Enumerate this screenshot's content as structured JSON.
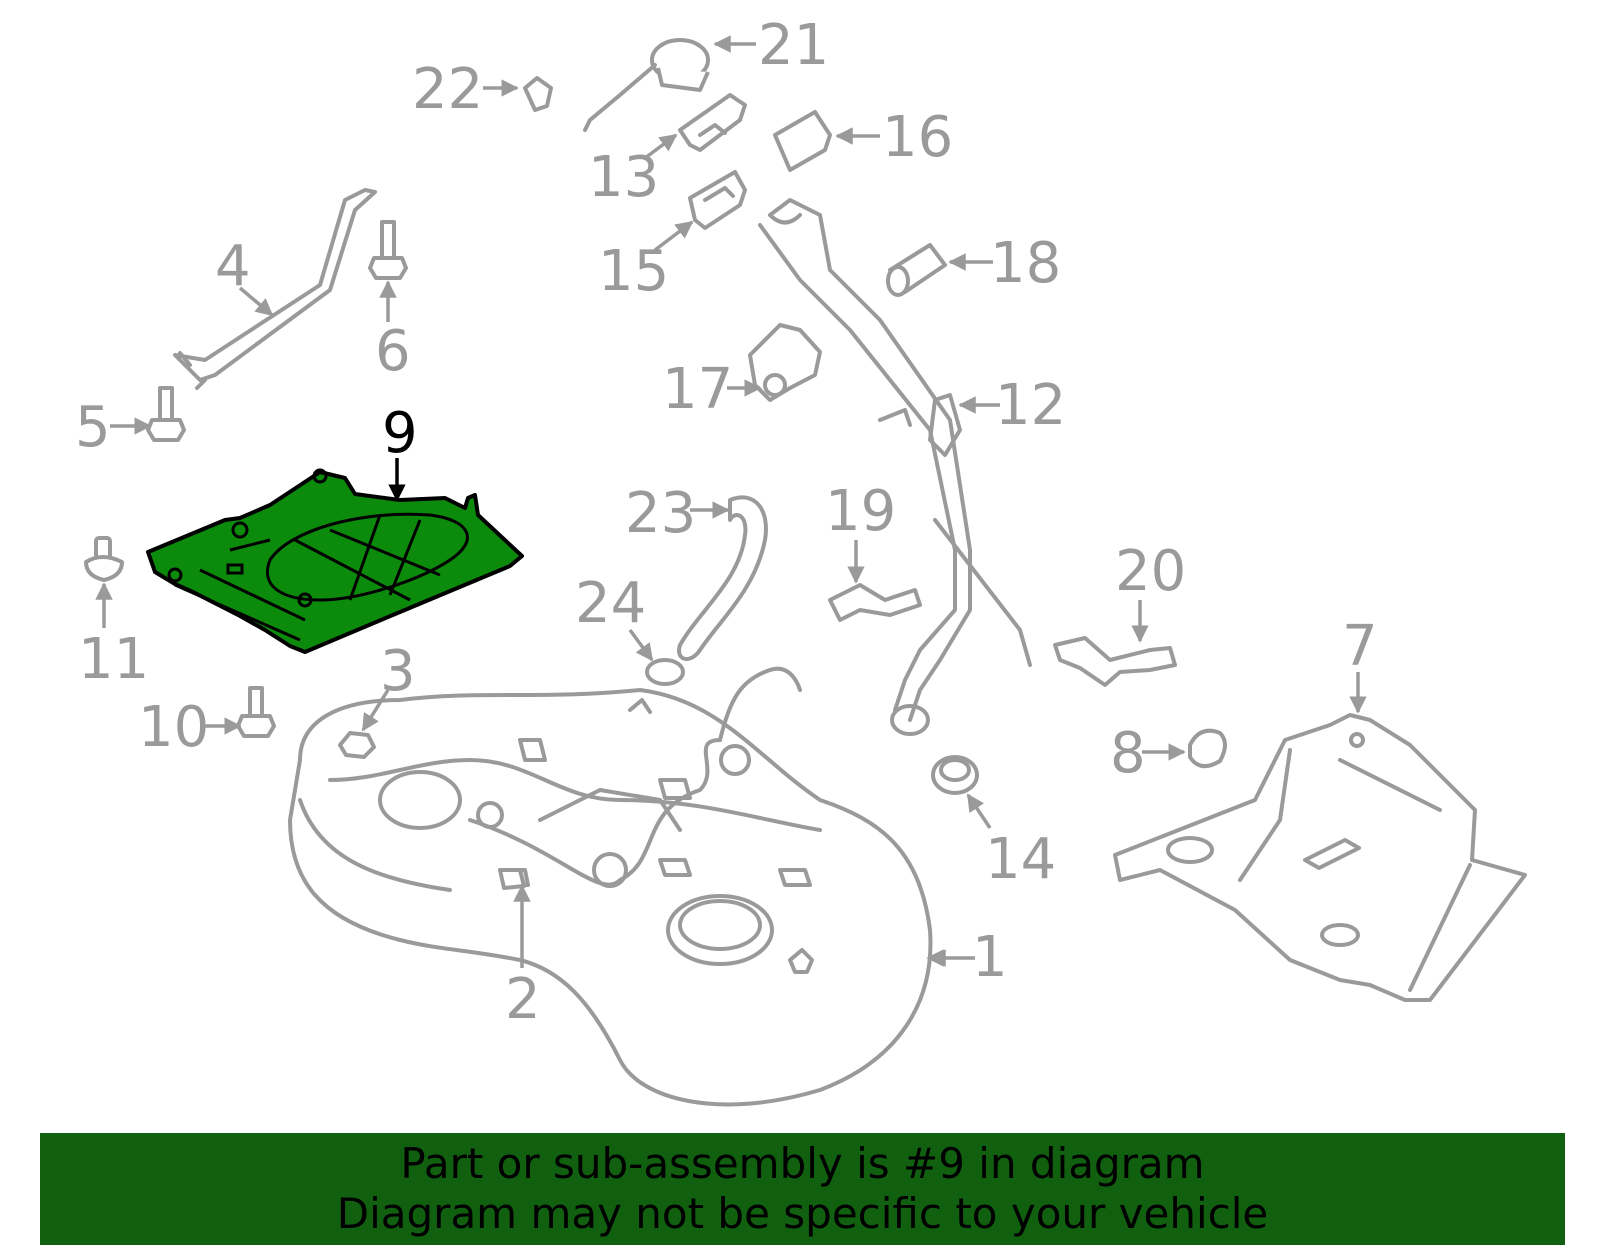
{
  "diagram": {
    "highlight_color": "#0b8a0b",
    "line_color": "#9a9a9a",
    "highlighted_part": "9",
    "callouts": {
      "c1": "1",
      "c2": "2",
      "c3": "3",
      "c4": "4",
      "c5": "5",
      "c6": "6",
      "c7": "7",
      "c8": "8",
      "c9": "9",
      "c10": "10",
      "c11": "11",
      "c12": "12",
      "c13": "13",
      "c14": "14",
      "c15": "15",
      "c16": "16",
      "c17": "17",
      "c18": "18",
      "c19": "19",
      "c20": "20",
      "c21": "21",
      "c22": "22",
      "c23": "23",
      "c24": "24"
    }
  },
  "banner": {
    "line1": "Part or sub-assembly is #9 in diagram",
    "line2": "Diagram may not be specific to your vehicle",
    "background": "#106010"
  }
}
